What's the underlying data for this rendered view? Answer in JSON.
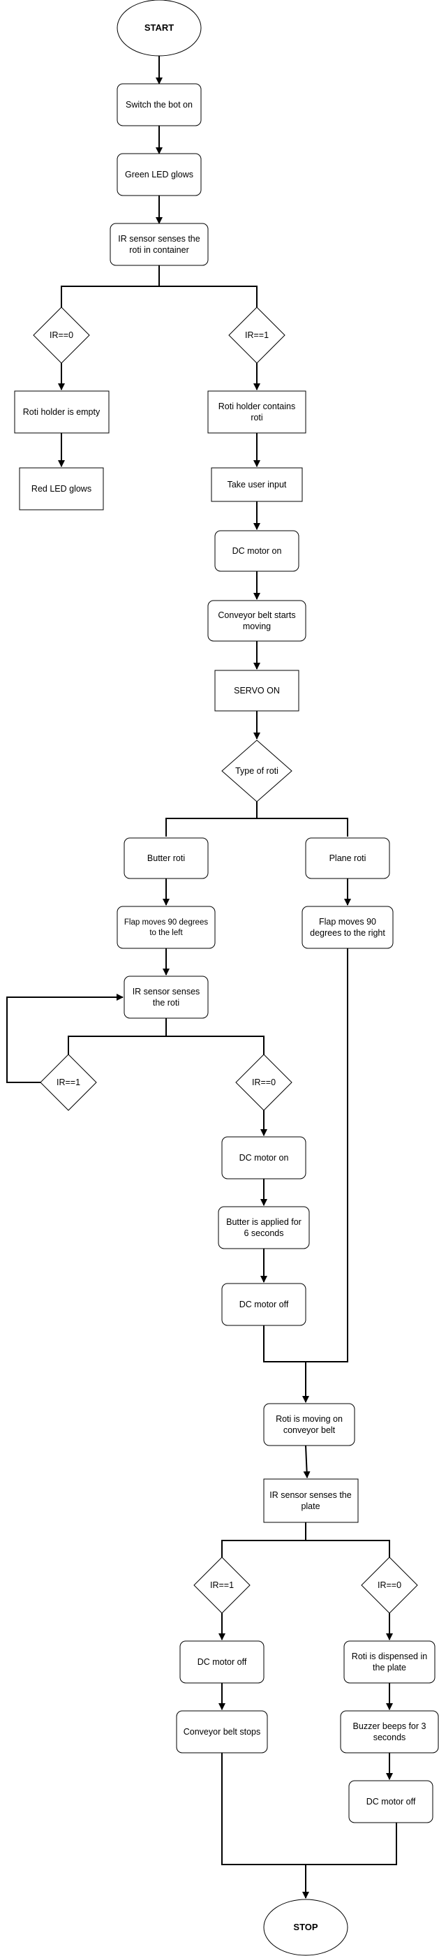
{
  "nodes": {
    "start": "START",
    "switch_on": "Switch the bot on",
    "green_led": "Green LED glows",
    "ir_container": [
      "IR sensor senses the",
      "roti in container"
    ],
    "ir0_a": "IR==0",
    "ir1_a": "IR==1",
    "holder_empty": "Roti holder is empty",
    "red_led": "Red LED glows",
    "holder_contains": [
      "Roti holder contains",
      "roti"
    ],
    "user_input": "Take user input",
    "dc_on_1": "DC motor on",
    "conveyor_moving": [
      "Conveyor belt starts",
      "moving"
    ],
    "servo_on": "SERVO ON",
    "type_roti": "Type of roti",
    "butter_roti": "Butter roti",
    "plane_roti": "Plane roti",
    "flap_left": [
      "Flap moves 90 degrees",
      "to the left"
    ],
    "flap_right": [
      "Flap moves 90",
      "degrees to the right"
    ],
    "ir_roti": [
      "IR sensor senses",
      "the roti"
    ],
    "ir1_b": "IR==1",
    "ir0_b": "IR==0",
    "dc_on_2": "DC motor on",
    "butter_applied": [
      "Butter is applied for",
      "6 seconds"
    ],
    "dc_off_1": "DC motor off",
    "roti_moving": [
      "Roti is moving on",
      "conveyor belt"
    ],
    "ir_plate": [
      "IR sensor senses the",
      "plate"
    ],
    "ir1_c": "IR==1",
    "ir0_c": "IR==0",
    "dc_off_2": "DC motor off",
    "conveyor_stops": "Conveyor belt stops",
    "dispensed": [
      "Roti is dispensed in",
      "the plate"
    ],
    "buzzer": [
      "Buzzer beeps for 3",
      "seconds"
    ],
    "dc_off_3": "DC motor off",
    "stop": "STOP"
  }
}
